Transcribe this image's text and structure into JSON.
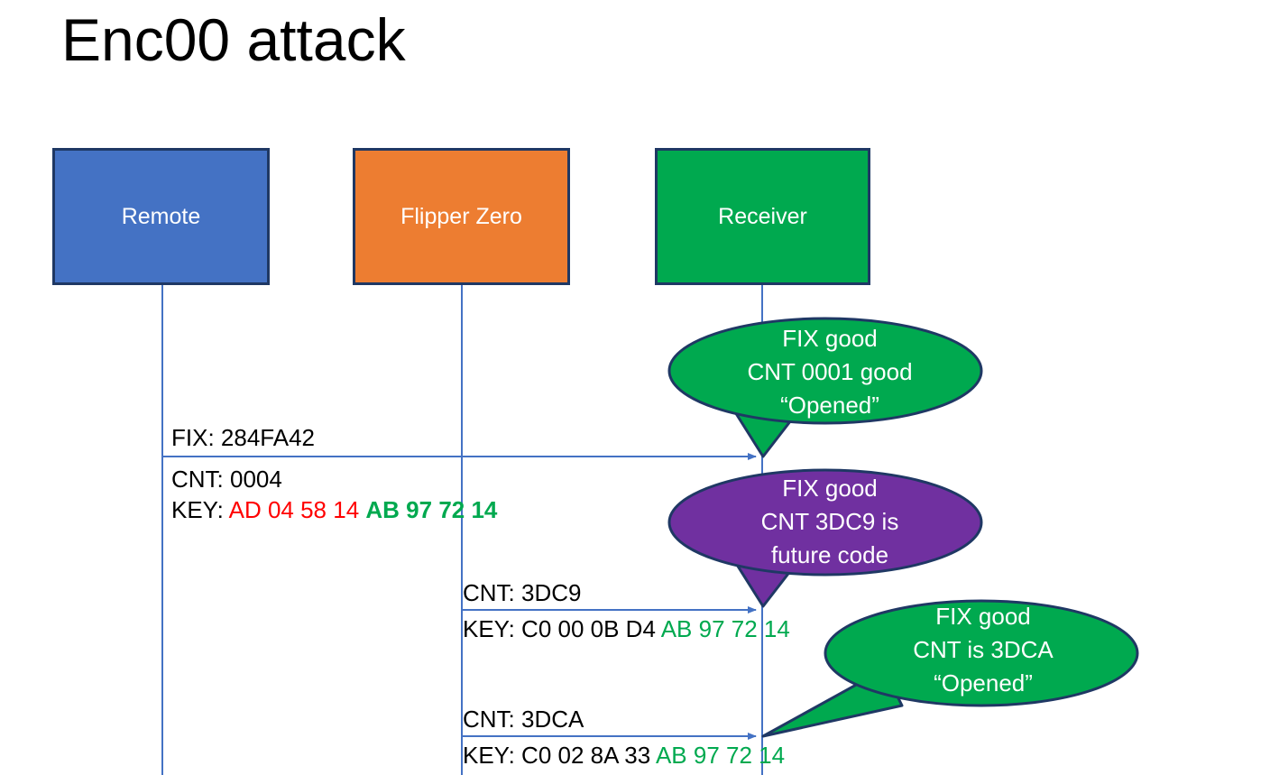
{
  "slide": {
    "title": "Enc00 attack",
    "background": "#FFFFFF"
  },
  "colors": {
    "remote_box": "#4472C4",
    "flipper_box": "#ED7D31",
    "receiver_box": "#00A94F",
    "box_border": "#1F3864",
    "bubble_good": "#00A94F",
    "bubble_future": "#7030A0",
    "bubble_border": "#1F3864",
    "lifeline": "#4472C4",
    "key_bad": "#FF0000",
    "key_good": "#00A94F",
    "text": "#000000"
  },
  "actors": [
    {
      "id": "remote",
      "label": "Remote",
      "fill": "#4472C4"
    },
    {
      "id": "flipper",
      "label": "Flipper Zero",
      "fill": "#ED7D31"
    },
    {
      "id": "receiver",
      "label": "Receiver",
      "fill": "#00A94F"
    }
  ],
  "messages": {
    "fix_line": "FIX: 284FA42",
    "cnt_remote": "CNT: 0004",
    "key_remote_prefix": "KEY: ",
    "key_remote_bad": "AD 04 58 14",
    "key_remote_good": "AB 97 72 14",
    "cnt_flipper_1": "CNT: 3DC9",
    "key_flipper_1_prefix": "KEY: C0 00 0B D4 ",
    "key_flipper_1_good": "AB 97 72 14",
    "cnt_flipper_2": "CNT: 3DCA",
    "key_flipper_2_prefix": "KEY: C0 02 8A 33 ",
    "key_flipper_2_good": "AB 97 72 14"
  },
  "callouts": [
    {
      "id": "bubble-fix-cnt0001",
      "fill": "#00A94F",
      "lines": [
        "FIX good",
        "CNT 0001 good",
        "“Opened”"
      ]
    },
    {
      "id": "bubble-future-code",
      "fill": "#7030A0",
      "lines": [
        "FIX good",
        "CNT 3DC9 is",
        "future code"
      ]
    },
    {
      "id": "bubble-cnt-3dca",
      "fill": "#00A94F",
      "lines": [
        "FIX good",
        "CNT is 3DCA",
        "“Opened”"
      ]
    }
  ]
}
